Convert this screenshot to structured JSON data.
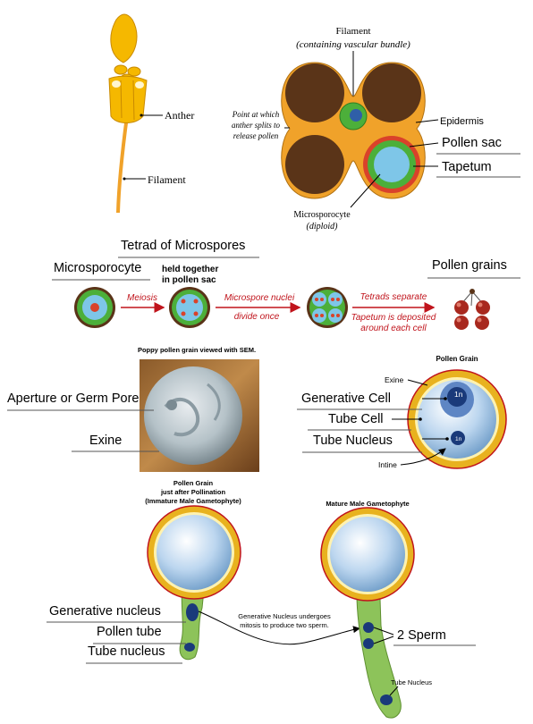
{
  "colors": {
    "anther_yellow": "#f5b800",
    "anther_orange": "#f0a22a",
    "locule_brown": "#5a3418",
    "vascular_green": "#4caf3a",
    "vascular_blue": "#2f5fa8",
    "tapetum_red": "#d9422a",
    "pollen_blue": "#bcd6ef",
    "exine_gold": "#e8b21f",
    "nucleus_navy": "#1a3a7a",
    "tube_green": "#8dc35a",
    "arrow_red": "#c0141c"
  },
  "anther_view": {
    "anther_label": "Anther",
    "filament_label": "Filament"
  },
  "cross_section": {
    "filament_title": "Filament",
    "filament_subtitle": "(containing vascular bundle)",
    "split_note": [
      "Point at which",
      "anther splits to",
      "release pollen"
    ],
    "epidermis_label": "Epidermis",
    "pollen_sac_label": "Pollen sac",
    "tapetum_label": "Tapetum",
    "microsporocyte_label": "Microsporocyte",
    "diploid_label": "(diploid)"
  },
  "development": {
    "tetrad_label": "Tetrad of Microspores",
    "microsporocyte_label": "Microsporocyte",
    "held_together": [
      "held together",
      "in pollen sac"
    ],
    "pollen_grains_label": "Pollen grains",
    "meiosis": "Meiosis",
    "microspore_nuclei": "Microspore nuclei",
    "divide_once": "divide once",
    "tetrads_separate": "Tetrads separate",
    "tapetum_deposited": [
      "Tapetum is deposited",
      "around each cell"
    ]
  },
  "sem": {
    "caption": "Poppy pollen grain viewed with SEM.",
    "aperture_label": "Aperture or Germ Pore",
    "exine_label": "Exine"
  },
  "pollen_grain": {
    "title": "Pollen Grain",
    "exine": "Exine",
    "intine": "Intine",
    "generative_cell": "Generative Cell",
    "tube_cell": "Tube Cell",
    "tube_nucleus": "Tube Nucleus",
    "ploidy": "1n"
  },
  "immature": {
    "title": [
      "Pollen Grain",
      "just after Pollination",
      "(Immature Male Gametophyte)"
    ],
    "generative_nucleus": "Generative nucleus",
    "pollen_tube": "Pollen tube",
    "tube_nucleus": "Tube nucleus"
  },
  "mature": {
    "title": "Mature Male Gametophyte",
    "note": [
      "Generative Nucleus undergoes",
      "mitosis to produce two sperm."
    ],
    "sperm_label": "2 Sperm",
    "tube_nucleus": "Tube Nucleus"
  }
}
